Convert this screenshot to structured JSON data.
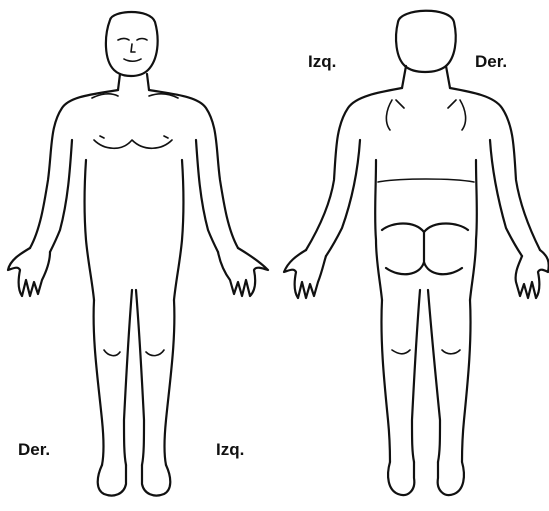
{
  "labels": {
    "front_right": "Der.",
    "front_left": "Izq.",
    "back_left": "Izq.",
    "back_right": "Der."
  },
  "colors": {
    "background": "#ffffff",
    "outline": "#111111"
  }
}
